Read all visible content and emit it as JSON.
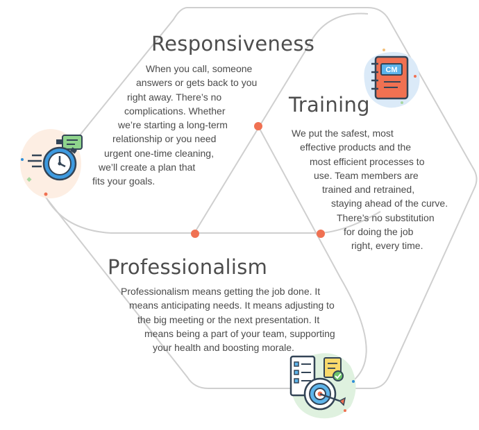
{
  "colors": {
    "line": "#cfcfcf",
    "dot": "#f07152",
    "heading": "#4d4d4d",
    "text": "#4a4a4a"
  },
  "sections": {
    "responsiveness": {
      "title": "Responsiveness",
      "lines": [
        "When you call, someone",
        "answers or gets back to you",
        "right away. There’s no",
        "complications. Whether",
        "we’re starting a long-term",
        "relationship or you need",
        "urgent one-time cleaning,",
        "we’ll create a plan that",
        "fits your goals."
      ],
      "icon": "stopwatch-icon"
    },
    "training": {
      "title": "Training",
      "lines": [
        "We put the safest, most",
        "effective products and the",
        "most efficient processes to",
        "use. Team members are",
        "trained and retrained,",
        "staying ahead of the curve.",
        "There’s no substitution",
        "for doing the job",
        "right, every time."
      ],
      "icon": "notebook-icon",
      "icon_label": "CM"
    },
    "professionalism": {
      "title": "Professionalism",
      "lines": [
        "Professionalism means getting the job done. It",
        "means anticipating needs. It means adjusting to",
        "the big meeting or the next presentation. It",
        "means being a part of your team, supporting",
        "your health and boosting morale."
      ],
      "icon": "target-checklist-icon"
    }
  }
}
